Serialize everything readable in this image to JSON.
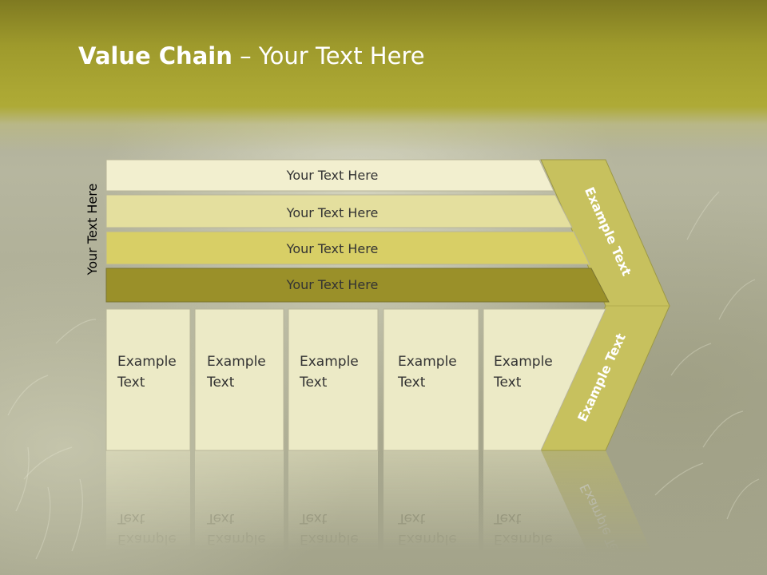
{
  "slide": {
    "title_bold": "Value Chain",
    "title_rest": " – Your Text Here"
  },
  "diagram": {
    "side_label": "Your Text Here",
    "bars": [
      {
        "label": "Your Text Here",
        "color": "#f2efcf"
      },
      {
        "label": "Your Text Here",
        "color": "#e4df9e"
      },
      {
        "label": "Your Text Here",
        "color": "#d8cf66"
      },
      {
        "label": "Your Text Here",
        "color": "#9a9029"
      }
    ],
    "columns": [
      {
        "line1": "Example",
        "line2": "Text"
      },
      {
        "line1": "Example",
        "line2": "Text"
      },
      {
        "line1": "Example",
        "line2": "Text"
      },
      {
        "line1": "Example",
        "line2": "Text"
      },
      {
        "line1": "Example",
        "line2": "Text"
      }
    ],
    "chevron_top_label": "Example Text",
    "chevron_bottom_label": "Example Text",
    "column_color": "#eceac6",
    "chevron_color": "#c7c15e"
  }
}
